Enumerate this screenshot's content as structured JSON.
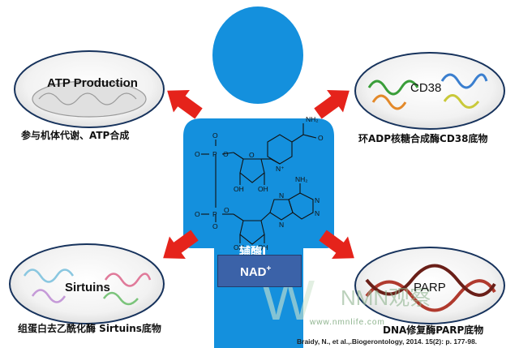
{
  "center": {
    "cofactor_cn": "辅酶Ⅰ",
    "cofactor_en": "NAD",
    "cofactor_charge": "+",
    "molecule_labels": {
      "amide": "NH₂",
      "amine": "NH₂",
      "n_plus": "N⁺",
      "o_ring": "O",
      "hydroxyls": [
        "OH",
        "OH",
        "OH",
        "OH"
      ],
      "p_labels": [
        "P",
        "P"
      ],
      "oxygens": [
        "O",
        "O",
        "O",
        "O",
        "O",
        "O",
        "O"
      ],
      "purine_n": [
        "N",
        "N",
        "N",
        "N"
      ]
    }
  },
  "ovals": {
    "atp": {
      "title": "ATP Production",
      "caption": "参与机体代谢、ATP合成"
    },
    "cd38": {
      "title": "CD38",
      "caption": "环ADP核糖合成酶CD38底物"
    },
    "sirtuins": {
      "title": "Sirtuins",
      "caption": "组蛋白去乙酰化酶 Sirtuins底物"
    },
    "parp": {
      "title": "PARP",
      "caption": "DNA修复酶PARP底物"
    }
  },
  "citation": "Braidy, N., et al.,.Biogerontology, 2014. 15(2): p. 177-98.",
  "watermark": {
    "logo": "NMN观察",
    "url": "www.nmnlife.com"
  },
  "colors": {
    "figure": "#1490dd",
    "arrow": "#e5231b",
    "nad_box": "#3b62a8",
    "oval_border": "#16325c"
  }
}
